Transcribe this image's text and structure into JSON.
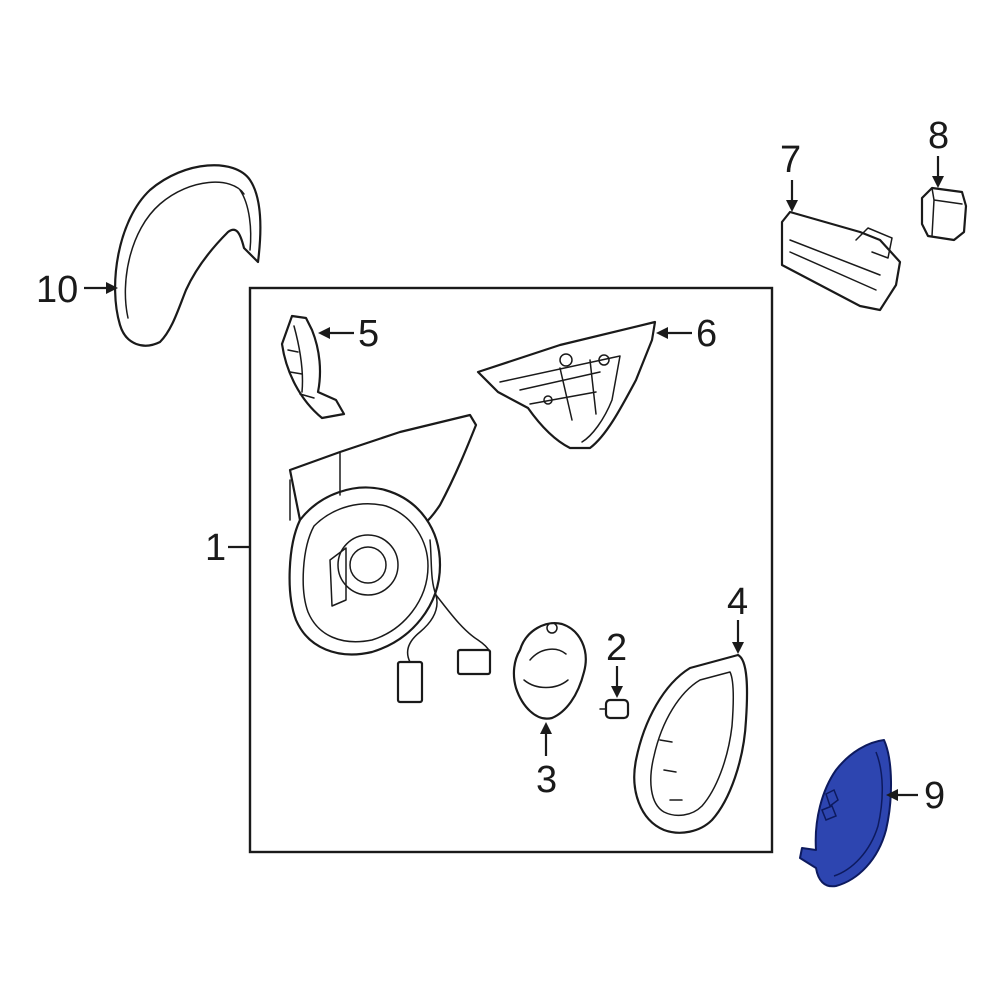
{
  "callouts": {
    "c1": "1",
    "c2": "2",
    "c3": "3",
    "c4": "4",
    "c5": "5",
    "c6": "6",
    "c7": "7",
    "c8": "8",
    "c9": "9",
    "c10": "10"
  },
  "highlighted_part": "9",
  "colors": {
    "line": "#1a1a1a",
    "highlight_fill": "#2d45b0",
    "highlight_stroke": "#0d1a5e",
    "background": "#ffffff"
  },
  "icons": {
    "part_1": "mirror-housing-assembly-icon",
    "part_2": "screw-icon",
    "part_3": "mirror-motor-icon",
    "part_4": "mirror-glass-frame-icon",
    "part_5": "trim-bracket-icon",
    "part_6": "mount-cover-icon",
    "part_7": "turn-signal-lamp-icon",
    "part_8": "lamp-bulb-icon",
    "part_9": "mirror-glass-icon",
    "part_10": "mirror-cover-cap-icon"
  }
}
